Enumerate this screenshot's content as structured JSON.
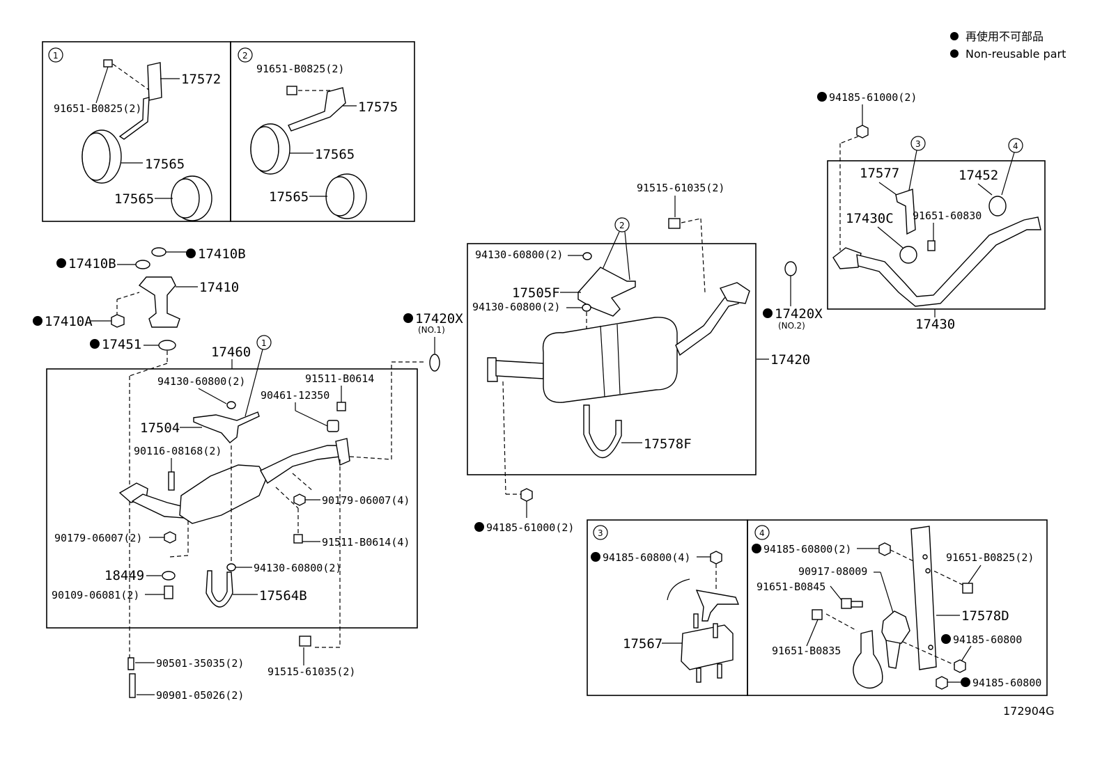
{
  "legend": {
    "line1": "再使用不可部品",
    "line2": "Non-reusable part"
  },
  "figure_id": "172904G",
  "callout_markers": [
    "1",
    "2",
    "3",
    "4"
  ],
  "parts": {
    "p17572": "17572",
    "p91651_B0825_2_a": "91651-B0825(2)",
    "p17565_a": "17565",
    "p17565_b": "17565",
    "p91651_B0825_2_b": "91651-B0825(2)",
    "p17575": "17575",
    "p17565_c": "17565",
    "p17565_d": "17565",
    "p17410B_a": "17410B",
    "p17410B_b": "17410B",
    "p17410": "17410",
    "p17410A": "17410A",
    "p17451": "17451",
    "p17460": "17460",
    "p94130_60800_2_a": "94130-60800(2)",
    "p91511_B0614": "91511-B0614",
    "p90461_12350": "90461-12350",
    "p17504": "17504",
    "p90116_08168_2": "90116-08168(2)",
    "p90179_06007_4": "90179-06007(4)",
    "p90179_06007_2": "90179-06007(2)",
    "p91511_B0614_4": "91511-B0614(4)",
    "p18449": "18449",
    "p94130_60800_2_b": "94130-60800(2)",
    "p90109_06081_2": "90109-06081(2)",
    "p17564B": "17564B",
    "p90501_35035_2": "90501-35035(2)",
    "p91515_61035_2_a": "91515-61035(2)",
    "p90901_05026_2": "90901-05026(2)",
    "p17420X_1": "17420X",
    "no1": "(NO.1)",
    "p91515_61035_2_b": "91515-61035(2)",
    "p94130_60800_2_c": "94130-60800(2)",
    "p17505F": "17505F",
    "p94130_60800_2_d": "94130-60800(2)",
    "p17420": "17420",
    "p17578F": "17578F",
    "p94185_61000_2_a": "94185-61000(2)",
    "p17420X_2": "17420X",
    "no2": "(NO.2)",
    "p94185_61000_2_b": "94185-61000(2)",
    "p17577": "17577",
    "p17452": "17452",
    "p17430C": "17430C",
    "p91651_60830": "91651-60830",
    "p17430": "17430",
    "p94185_60800_4": "94185-60800(4)",
    "p17567": "17567",
    "p94185_60800_2": "94185-60800(2)",
    "p90917_08009": "90917-08009",
    "p91651_B0845": "91651-B0845",
    "p91651_B0825_2_c": "91651-B0825(2)",
    "p17578D": "17578D",
    "p94185_60800_a": "94185-60800",
    "p91651_B0835": "91651-B0835",
    "p94185_60800_b": "94185-60800"
  }
}
